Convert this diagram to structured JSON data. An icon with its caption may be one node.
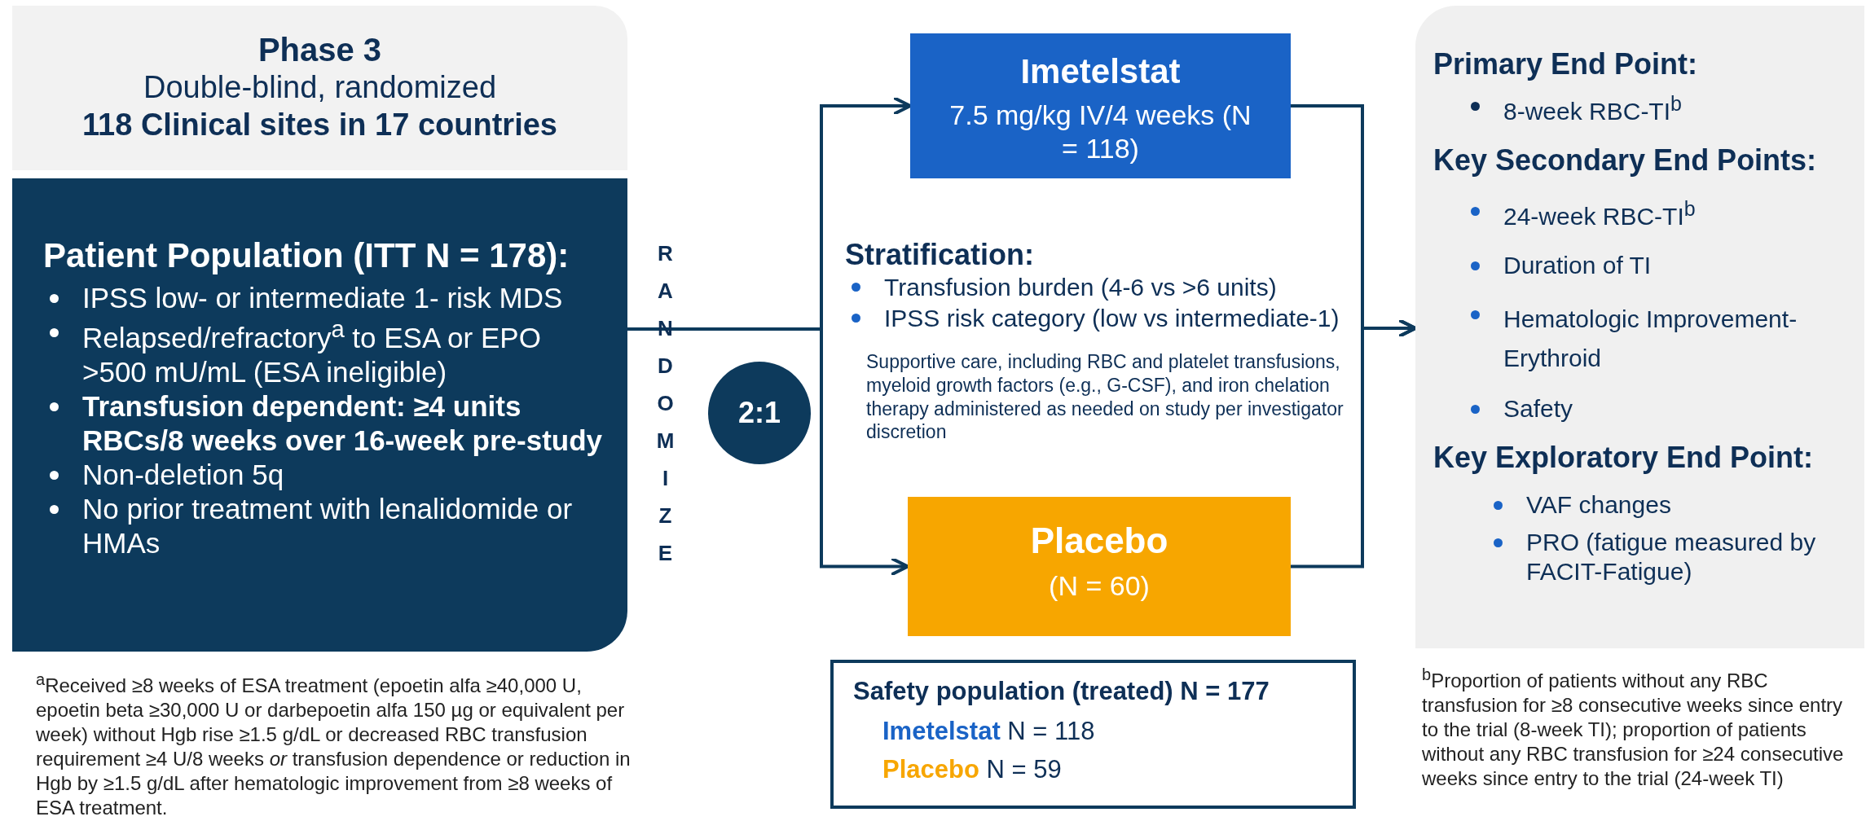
{
  "diagram": {
    "nodes": [
      {
        "text": [
          "Phase 3",
          "Double-blind, randomized",
          "118 Clinical sites in 17 countries"
        ]
      },
      {
        "text": [
          "Patient Population (ITT N = 178):",
          "IPSS low- or intermediate 1- risk MDS",
          "Relapsed/refractory$^{a}$ to ESA or EPO >500 mU/mL (ESA ineligible)",
          "Transfusion dependent: ≥4 units RBCs/8 weeks over 16-week pre-study",
          "Non-deletion 5q",
          "No prior treatment with lenalidomide or HMAs"
        ]
      },
      {
        "text": [
          "2:1"
        ]
      },
      {
        "text": [
          "Imetelstat",
          "7.5 mg/kg IV/4 weeks (N = 118)"
        ]
      },
      {
        "text": [
          "Placebo",
          "(N = 60)"
        ]
      },
      {
        "text": [
          "Safety population (treated) N = 177",
          "**Imetelstat** N = 118",
          "**Placebo** N = 59"
        ]
      },
      {
        "text": [
          "Primary End Point:",
          "8-week RBC-TI$^{b}$",
          "Key Secondary End Points:",
          "24-week RBC-TI$^{b}$",
          "Duration of TI",
          "Hematologic Improvement-Erythroid",
          "Safety",
          "Key Exploratory End Point:",
          "VAF changes",
          "PRO (fatigue measured by FACIT-Fatigue)"
        ]
      }
    ],
    "edges": [
      {
        "from": 1,
        "to": 3,
        "arrow": "to"
      },
      {
        "from": 1,
        "to": 4,
        "arrow": "to"
      },
      {
        "from": 3,
        "to": 6,
        "arrow": "to"
      },
      {
        "from": 4,
        "to": 6,
        "arrow": "to"
      }
    ],
    "labels": [
      "RANDOMIZE",
      "Stratification:",
      "Transfusion burden (4-6 vs >6 units)",
      "IPSS risk category (low vs intermediate-1)",
      "Supportive care, including RBC and platelet transfusions, myeloid growth factors (e.g., G-CSF), and iron chelation therapy administered as needed on study per investigator discretion",
      "$^{a}$Received ≥8 weeks of ESA treatment (epoetin alfa ≥40,000 U, epoetin beta ≥30,000 U or darbepoetin alfa 150 µg or equivalent per week) without Hgb rise ≥1.5 g/dL or decreased RBC transfusion requirement ≥4 U/8 weeks *or* transfusion dependence or reduction in Hgb by ≥1.5 g/dL after hematologic improvement from ≥8 weeks of ESA treatment.",
      "$^{b}$Proportion of patients without any RBC transfusion for ≥8 consecutive weeks since entry to the trial (8-week TI); proportion of patients without any RBC transfusion for ≥24 consecutive weeks since entry to the trial (24-week TI)"
    ]
  }
}
